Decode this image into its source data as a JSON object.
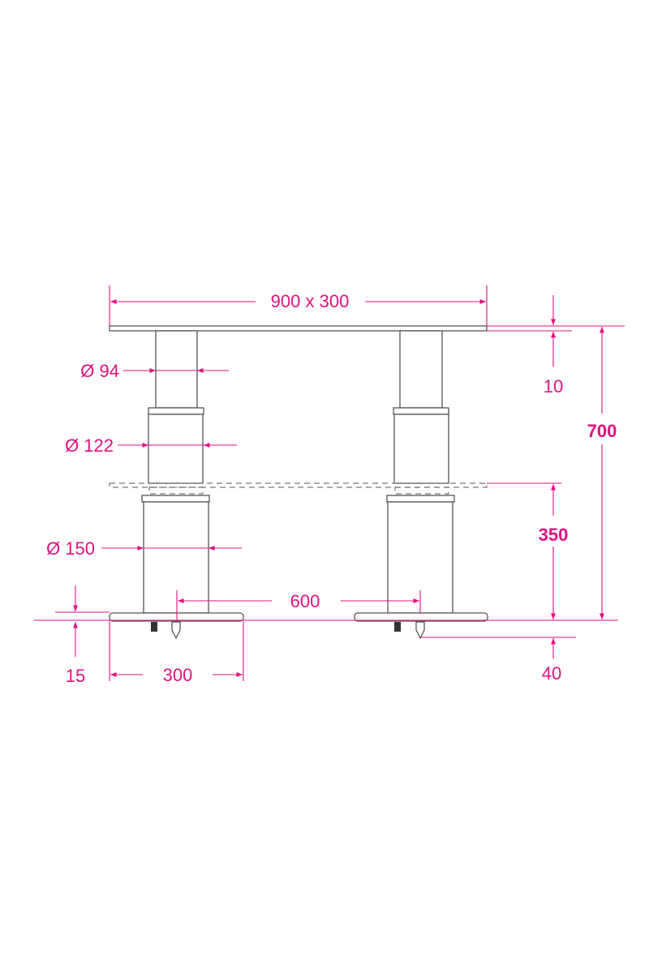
{
  "colors": {
    "dimension": "#e0127f",
    "outline": "#555555"
  },
  "dimensions": {
    "top_plate": "900 x 300",
    "upper_tube_diameter": "Ø 94",
    "middle_tube_diameter": "Ø 122",
    "lower_tube_diameter": "Ø 150",
    "leg_spacing": "600",
    "base_thickness": "15",
    "base_width": "300",
    "plate_thickness": "10",
    "max_height": "700",
    "min_height": "350",
    "foot_height": "40"
  }
}
